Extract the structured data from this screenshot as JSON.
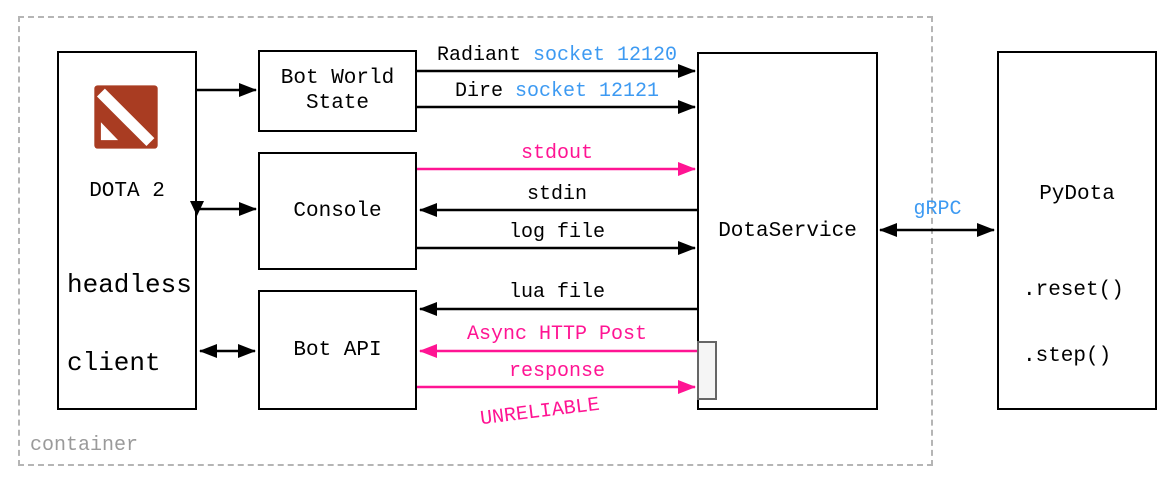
{
  "diagram": {
    "container_label": "container",
    "nodes": {
      "dota2": {
        "title": "DOTA 2",
        "subtitle_line1": "headless",
        "subtitle_line2": "client",
        "icon": "dota2-logo"
      },
      "bot_world_state": {
        "label_line1": "Bot World",
        "label_line2": "State"
      },
      "console": {
        "label": "Console"
      },
      "bot_api": {
        "label": "Bot API"
      },
      "dotaservice": {
        "label": "DotaService"
      },
      "pydota": {
        "title": "PyDota",
        "method_reset": ".reset()",
        "method_step": ".step()"
      }
    },
    "edges": {
      "radiant": {
        "label": "Radiant ",
        "port": "socket 12120"
      },
      "dire": {
        "label": "Dire ",
        "port": "socket 12121"
      },
      "stdout": {
        "label": "stdout"
      },
      "stdin": {
        "label": "stdin"
      },
      "log_file": {
        "label": "log file"
      },
      "lua_file": {
        "label": "lua file"
      },
      "async_http_post": {
        "label": "Async HTTP Post"
      },
      "response": {
        "label": "response"
      },
      "unreliable_note": {
        "label": "UNRELIABLE"
      },
      "grpc": {
        "label": "gRPC"
      }
    },
    "colors": {
      "black": "#000000",
      "pink": "#ff1493",
      "blue": "#3d9af2",
      "container_border": "#b5b5b5",
      "container_text": "#9a9a9a",
      "logo_red": "#a93c22",
      "port_fill": "#f5f5f5",
      "port_border": "#666666"
    }
  }
}
